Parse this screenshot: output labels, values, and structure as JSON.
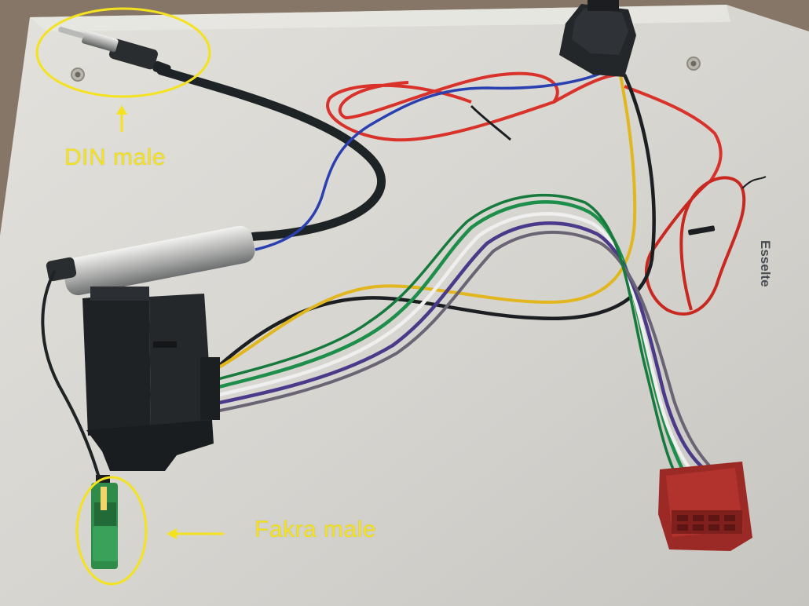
{
  "annotations": {
    "din_label": "DIN male",
    "fakra_label": "Fakra male"
  },
  "board": {
    "brand_mark": "Esselte"
  },
  "colors": {
    "annotation": "#f4e21f",
    "carpet": "#8a7a6a",
    "board": "#d9d7d2",
    "wire_red": "#d8322a",
    "wire_blue": "#2a3fb0",
    "wire_yellow": "#e2b61e",
    "wire_green": "#1d8f4a",
    "wire_white": "#efefef",
    "wire_purple": "#4b3a8a",
    "wire_black": "#1c1f22",
    "iso_connector": "#9b2a26",
    "fakra_connector": "#2f8b4a"
  }
}
